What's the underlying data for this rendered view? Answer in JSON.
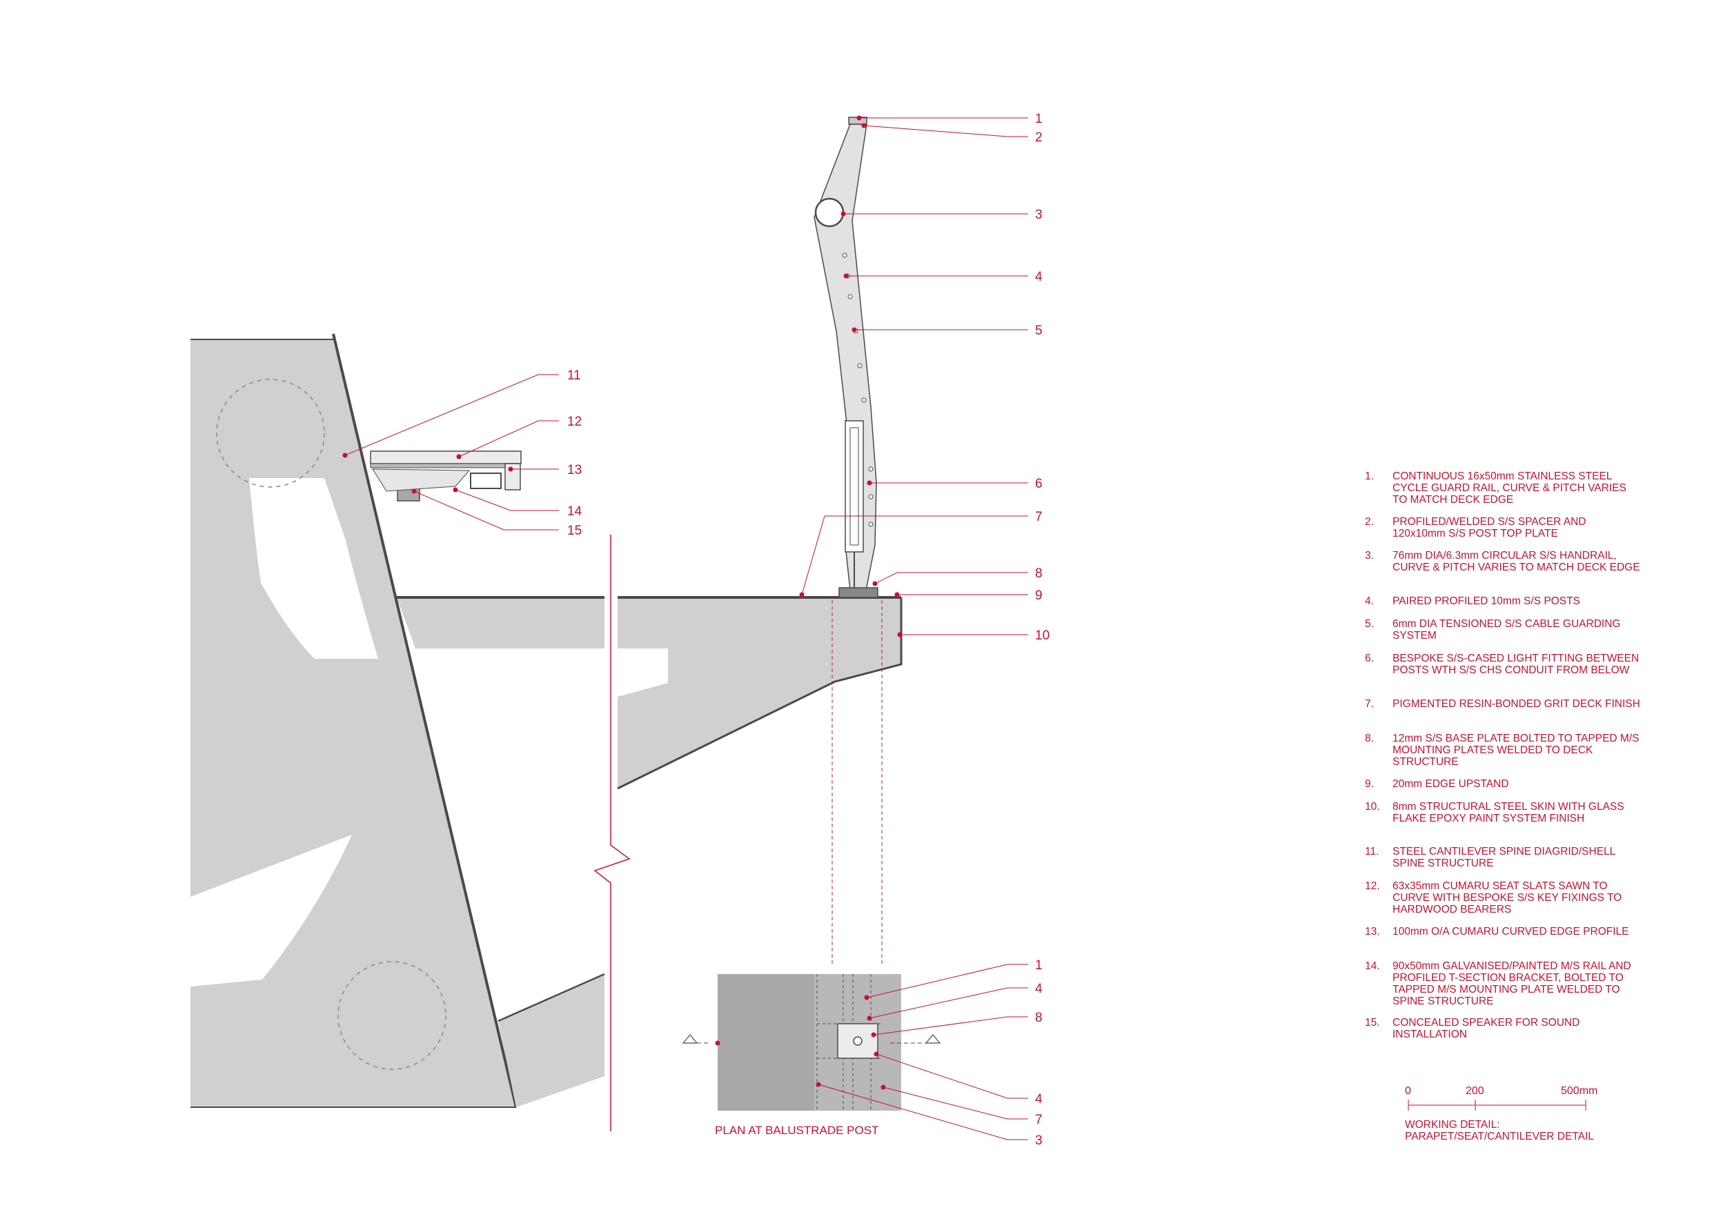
{
  "callouts_section": [
    "1",
    "2",
    "3",
    "4",
    "5",
    "6",
    "7",
    "8",
    "9",
    "10",
    "11",
    "12",
    "13",
    "14",
    "15"
  ],
  "callouts_plan": [
    "1",
    "4",
    "8",
    "4",
    "7",
    "3"
  ],
  "plan_title": "PLAN AT BALUSTRADE POST",
  "notes": [
    {
      "num": "1.",
      "text": "CONTINUOUS 16x50mm STAINLESS STEEL CYCLE GUARD RAIL, CURVE & PITCH VARIES TO MATCH DECK EDGE"
    },
    {
      "num": "2.",
      "text": "PROFILED/WELDED S/S SPACER AND 120x10mm S/S POST TOP PLATE"
    },
    {
      "num": "3.",
      "text": "76mm DIA/6.3mm CIRCULAR S/S HANDRAIL, CURVE & PITCH VARIES TO MATCH DECK EDGE"
    },
    {
      "num": "4.",
      "text": "PAIRED PROFILED 10mm S/S POSTS"
    },
    {
      "num": "5.",
      "text": "6mm DIA TENSIONED S/S CABLE GUARDING SYSTEM"
    },
    {
      "num": "6.",
      "text": "BESPOKE S/S-CASED LIGHT FITTING BETWEEN POSTS WTH S/S CHS CONDUIT FROM BELOW"
    },
    {
      "num": "7.",
      "text": "PIGMENTED RESIN-BONDED GRIT DECK FINISH"
    },
    {
      "num": "8.",
      "text": "12mm S/S BASE PLATE BOLTED TO TAPPED M/S MOUNTING PLATES WELDED TO DECK STRUCTURE"
    },
    {
      "num": "9.",
      "text": "20mm EDGE UPSTAND"
    },
    {
      "num": "10.",
      "text": "8mm STRUCTURAL STEEL SKIN WITH GLASS FLAKE EPOXY PAINT SYSTEM FINISH"
    },
    {
      "num": "11.",
      "text": "STEEL CANTILEVER SPINE DIAGRID/SHELL SPINE STRUCTURE"
    },
    {
      "num": "12.",
      "text": "63x35mm CUMARU SEAT SLATS SAWN TO CURVE WITH BESPOKE S/S KEY FIXINGS TO HARDWOOD BEARERS"
    },
    {
      "num": "13.",
      "text": "100mm O/A CUMARU CURVED EDGE PROFILE"
    },
    {
      "num": "14.",
      "text": "90x50mm GALVANISED/PAINTED M/S RAIL AND PROFILED T-SECTION BRACKET, BOLTED TO TAPPED M/S MOUNTING PLATE WELDED TO SPINE STRUCTURE"
    },
    {
      "num": "15.",
      "text": "CONCEALED SPEAKER FOR SOUND INSTALLATION"
    }
  ],
  "scale": {
    "labels": [
      "0",
      "200",
      "500mm"
    ]
  },
  "title": {
    "line1": "WORKING DETAIL:",
    "line2": "PARAPET/SEAT/CANTILEVER DETAIL"
  },
  "colors": {
    "annotation": "#c8102e",
    "structure_fill": "#d0d0d0",
    "plan_fill": "#a8a8a8",
    "outline": "#4a4a4a"
  }
}
